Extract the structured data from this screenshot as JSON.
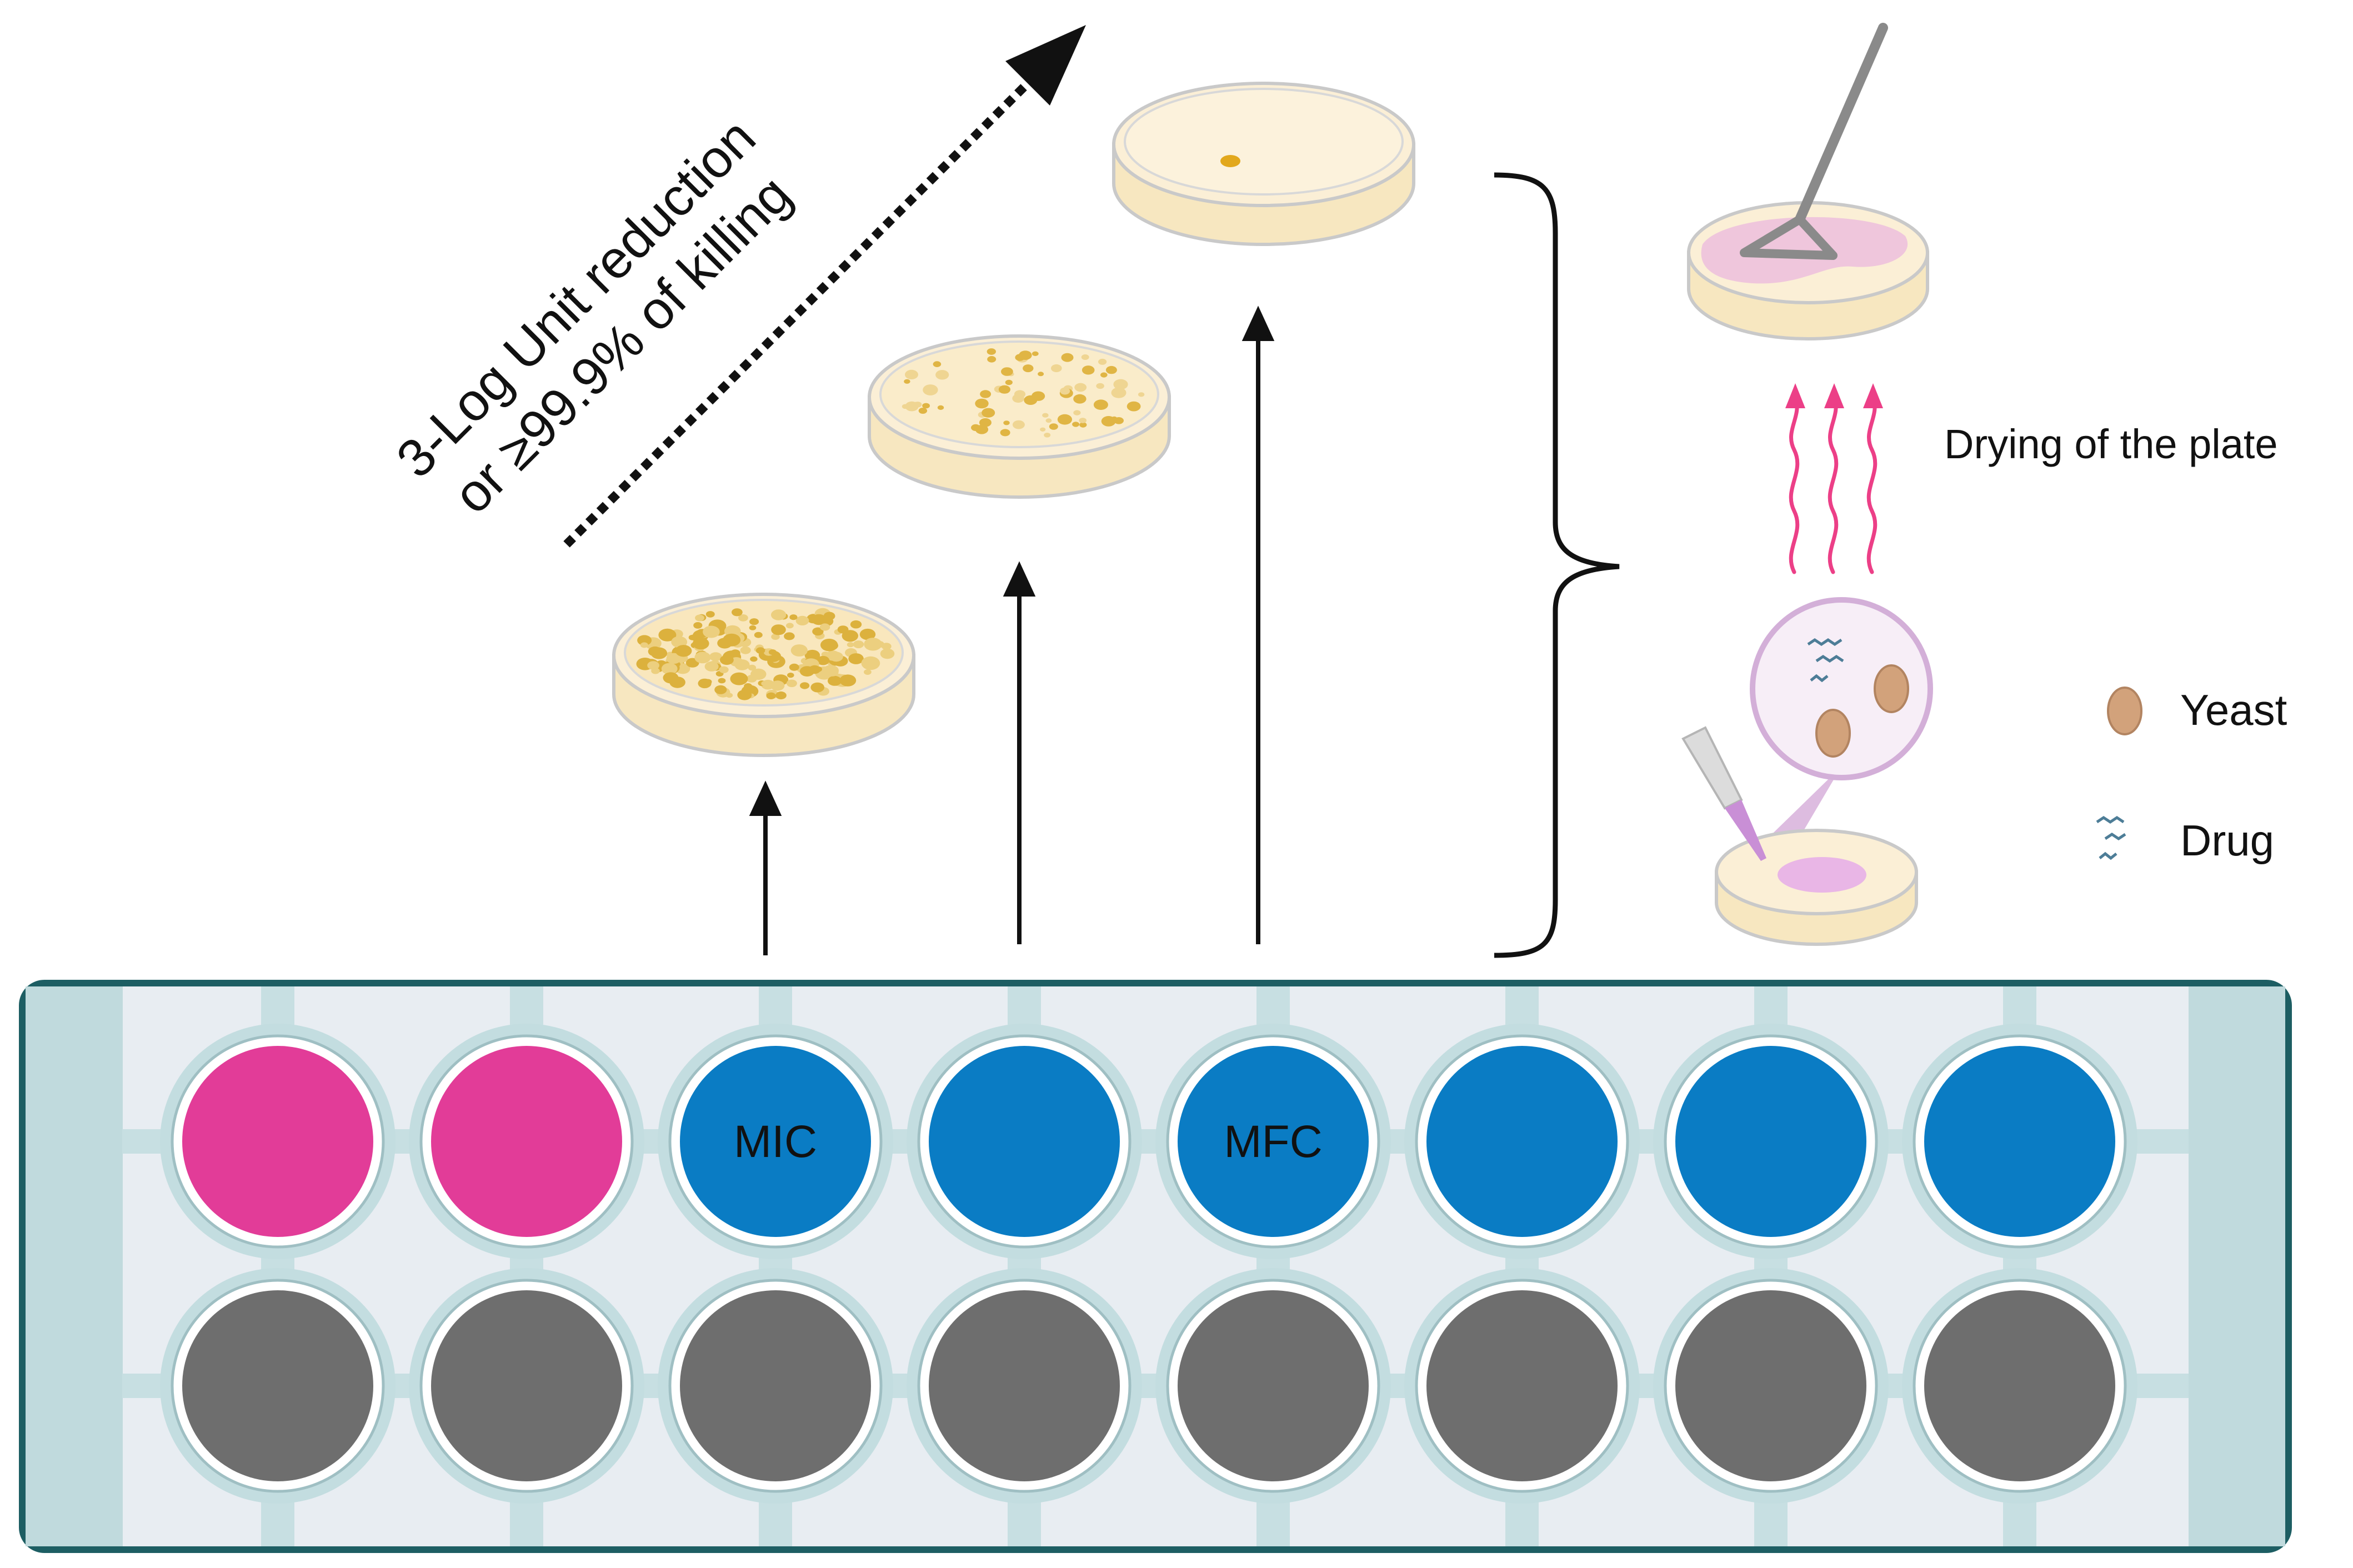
{
  "reduction_label": {
    "line1": "3-Log Unit reduction",
    "line2": "or ≥99.9% of killing"
  },
  "drying_label": "Drying of the plate",
  "legend": {
    "yeast": "Yeast",
    "drug": "Drug"
  },
  "wells": {
    "row1": [
      {
        "color": "#e23c98",
        "label": ""
      },
      {
        "color": "#e23c98",
        "label": ""
      },
      {
        "color": "#0a7cc4",
        "label": "MIC"
      },
      {
        "color": "#0a7cc4",
        "label": ""
      },
      {
        "color": "#0a7cc4",
        "label": "MFC"
      },
      {
        "color": "#0a7cc4",
        "label": ""
      },
      {
        "color": "#0a7cc4",
        "label": ""
      },
      {
        "color": "#0a7cc4",
        "label": ""
      }
    ],
    "row2_color": "#6e6e6e"
  },
  "colors": {
    "plate_frame": "#1d5e63",
    "plate_fill": "#e8edf2",
    "plate_end": "#c0dadd",
    "well_ring": "#c3dde0",
    "agar": "#fbefd6",
    "colony": "#e2b742",
    "drying_wave": "#ec3f87",
    "spread_pink": "#efc6dc"
  }
}
